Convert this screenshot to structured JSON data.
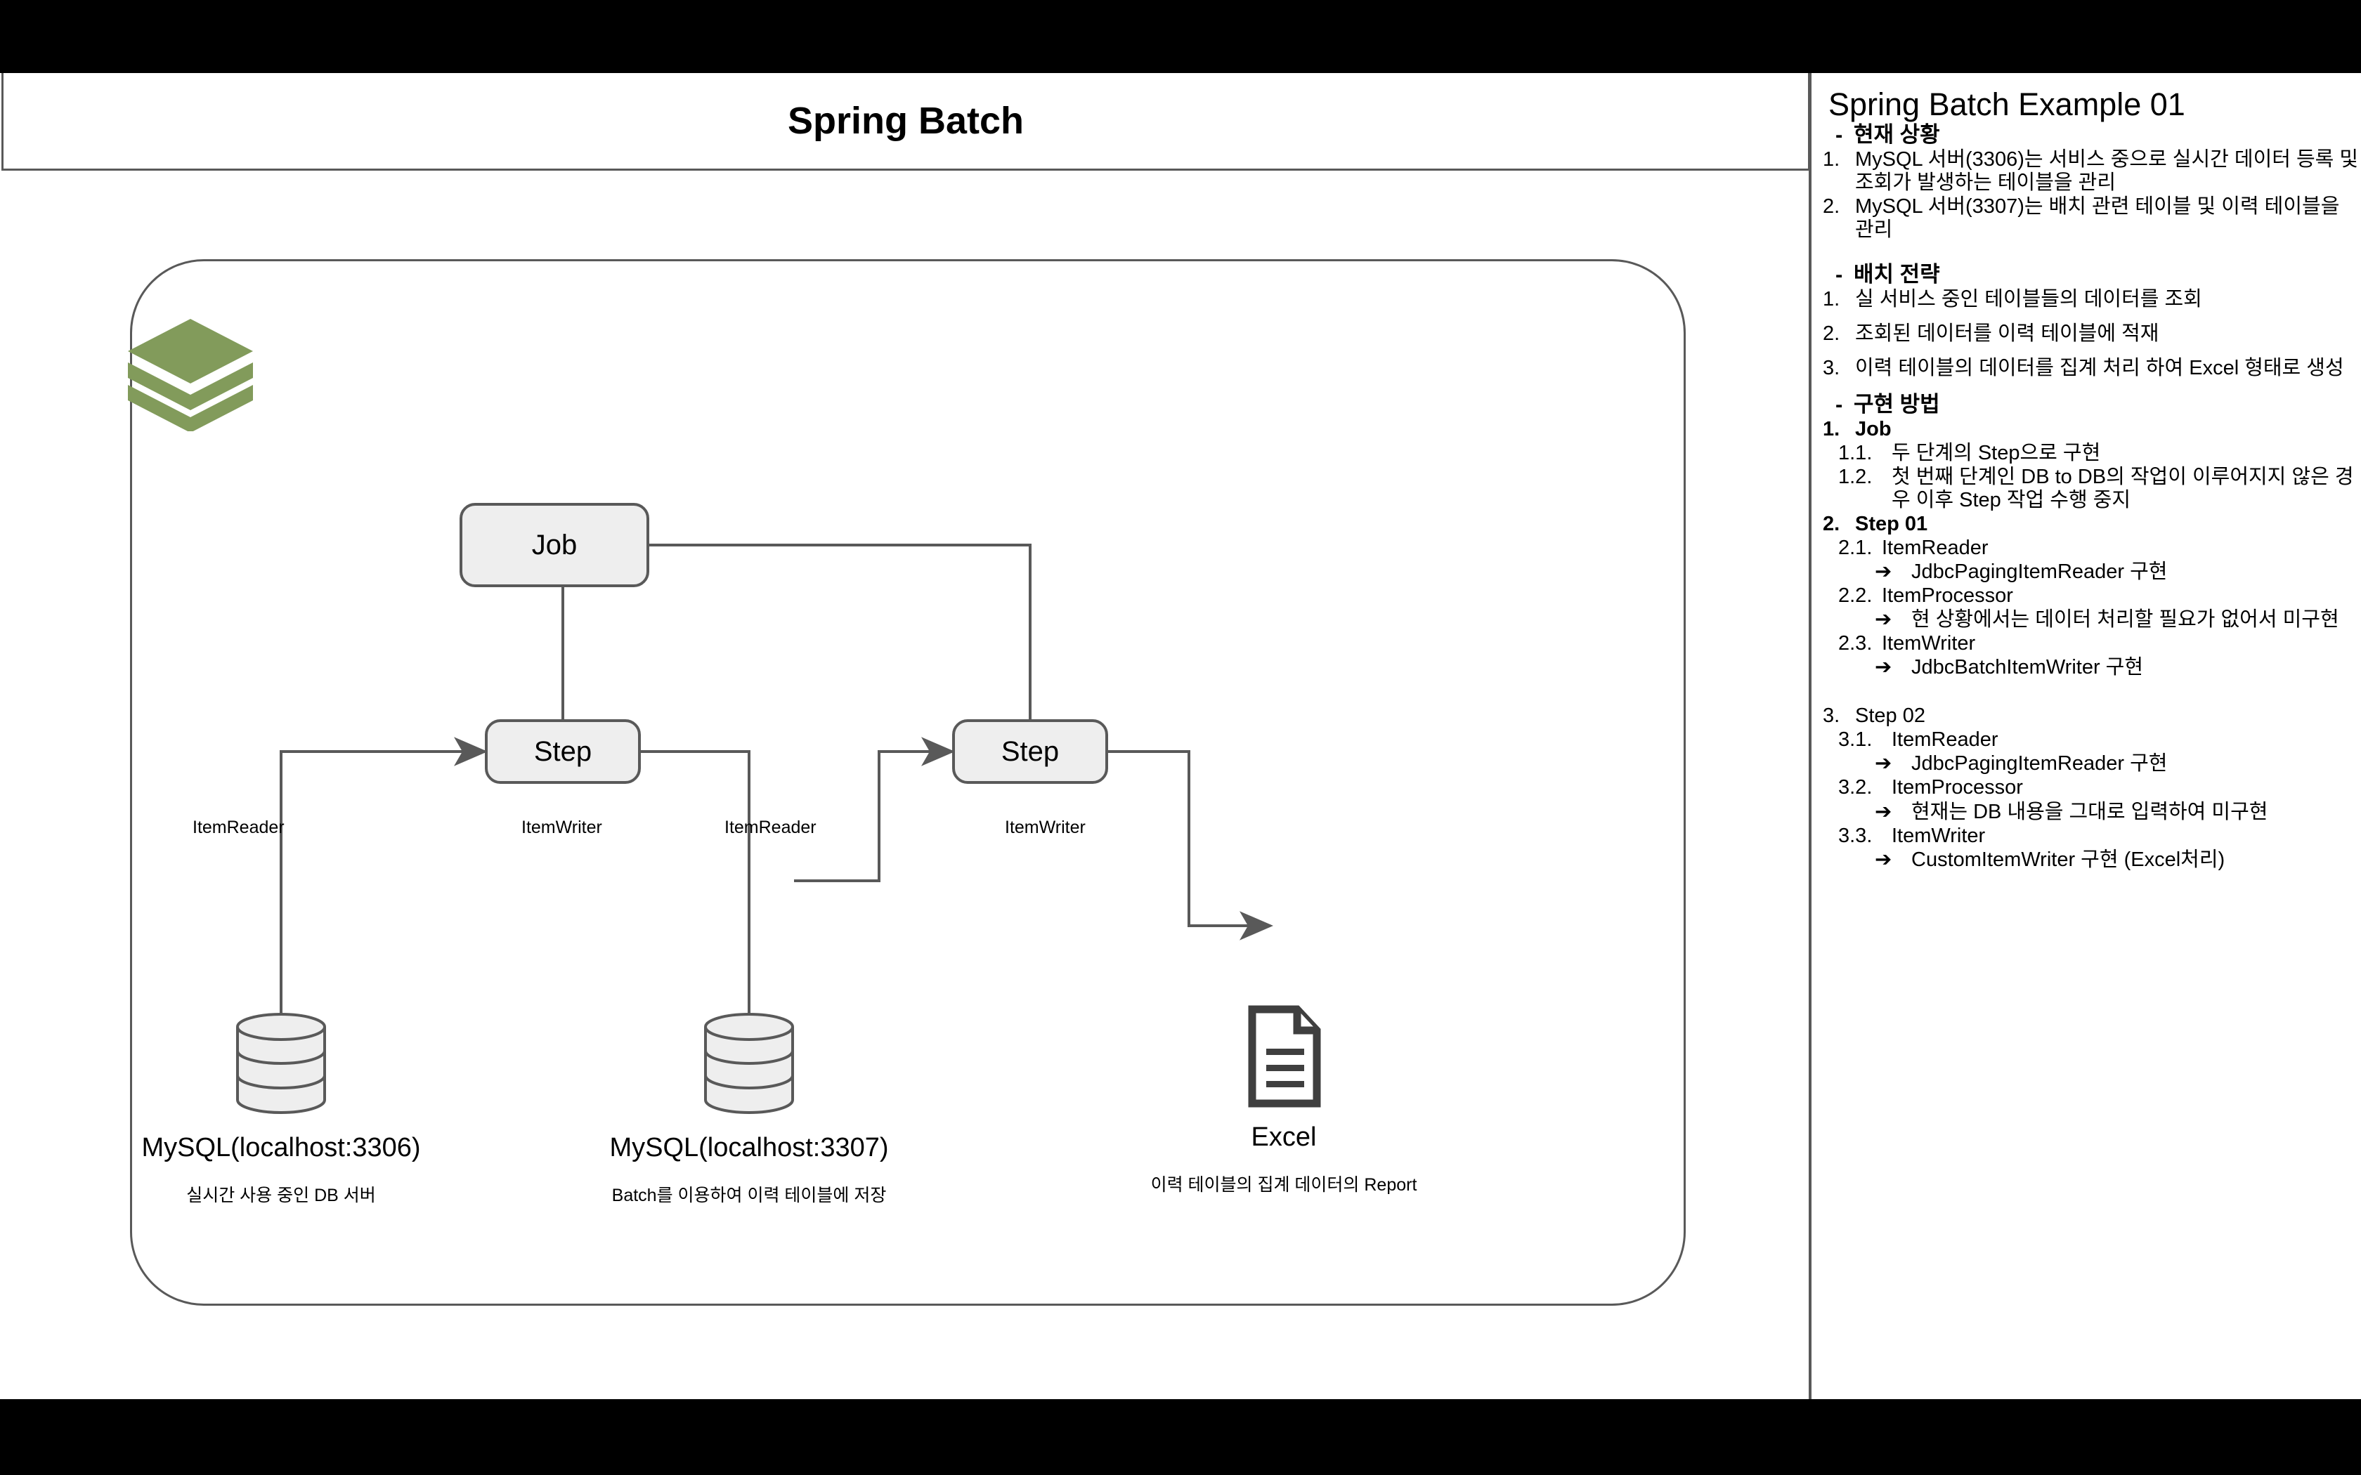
{
  "left": {
    "title": "Spring Batch",
    "logo_color": "#829b5b",
    "node_fill": "#eeeeee",
    "stroke_color": "#595959",
    "nodes": {
      "job": "Job",
      "step1": "Step",
      "step2": "Step"
    },
    "edge_labels": {
      "e1": "ItemReader",
      "e2": "ItemWriter",
      "e3": "ItemReader",
      "e4": "ItemWriter"
    },
    "endpoints": [
      {
        "icon": "database-icon",
        "title": "MySQL(localhost:3306)",
        "sub": "실시간 사용 중인 DB 서버"
      },
      {
        "icon": "database-icon",
        "title": "MySQL(localhost:3307)",
        "sub": "Batch를 이용하여 이력 테이블에 저장"
      },
      {
        "icon": "document-icon",
        "title": "Excel",
        "sub": "이력 테이블의 집계 데이터의 Report"
      }
    ]
  },
  "right": {
    "title": "Spring Batch Example 01",
    "sections": [
      {
        "heading": "현재 상황",
        "items": [
          {
            "num": "1.",
            "text": "MySQL 서버(3306)는 서비스 중으로 실시간 데이터 등록 및 조회가 발생하는 테이블을 관리"
          },
          {
            "num": "2.",
            "text": "MySQL 서버(3307)는 배치 관련 테이블 및 이력 테이블을 관리"
          }
        ]
      },
      {
        "heading": "배치 전략",
        "items": [
          {
            "num": "1.",
            "text": "실 서비스 중인 테이블들의 데이터를 조회"
          },
          {
            "num": "2.",
            "text": "조회된 데이터를 이력 테이블에 적재"
          },
          {
            "num": "3.",
            "text": "이력 테이블의 데이터를 집계 처리 하여 Excel 형태로 생성"
          }
        ]
      }
    ],
    "impl_heading": "구현 방법",
    "impl": {
      "job_num": "1.",
      "job_label": "Job",
      "job_items": [
        {
          "num": "1.1.",
          "text": "두 단계의 Step으로 구현"
        },
        {
          "num": "1.2.",
          "text": "첫 번째 단계인 DB to DB의 작업이 이루어지지 않은 경우 이후 Step 작업 수행 중지"
        }
      ],
      "step01_num": "2.",
      "step01_label": "Step 01",
      "step01_items": [
        {
          "num": "2.1.",
          "text": "ItemReader",
          "arrow": "JdbcPagingItemReader 구현"
        },
        {
          "num": "2.2.",
          "text": "ItemProcessor",
          "arrow": "현 상황에서는 데이터 처리할 필요가 없어서 미구현"
        },
        {
          "num": "2.3.",
          "text": "ItemWriter",
          "arrow": "JdbcBatchItemWriter 구현"
        }
      ],
      "step02_num": "3.",
      "step02_label": "Step 02",
      "step02_items": [
        {
          "num": "3.1.",
          "text": "ItemReader",
          "arrow": "JdbcPagingItemReader 구현"
        },
        {
          "num": "3.2.",
          "text": "ItemProcessor",
          "arrow": "현재는 DB 내용을 그대로 입력하여 미구현"
        },
        {
          "num": "3.3.",
          "text": "ItemWriter",
          "arrow": "CustomItemWriter 구현 (Excel처리)"
        }
      ],
      "arrow_glyph": "➔"
    }
  }
}
